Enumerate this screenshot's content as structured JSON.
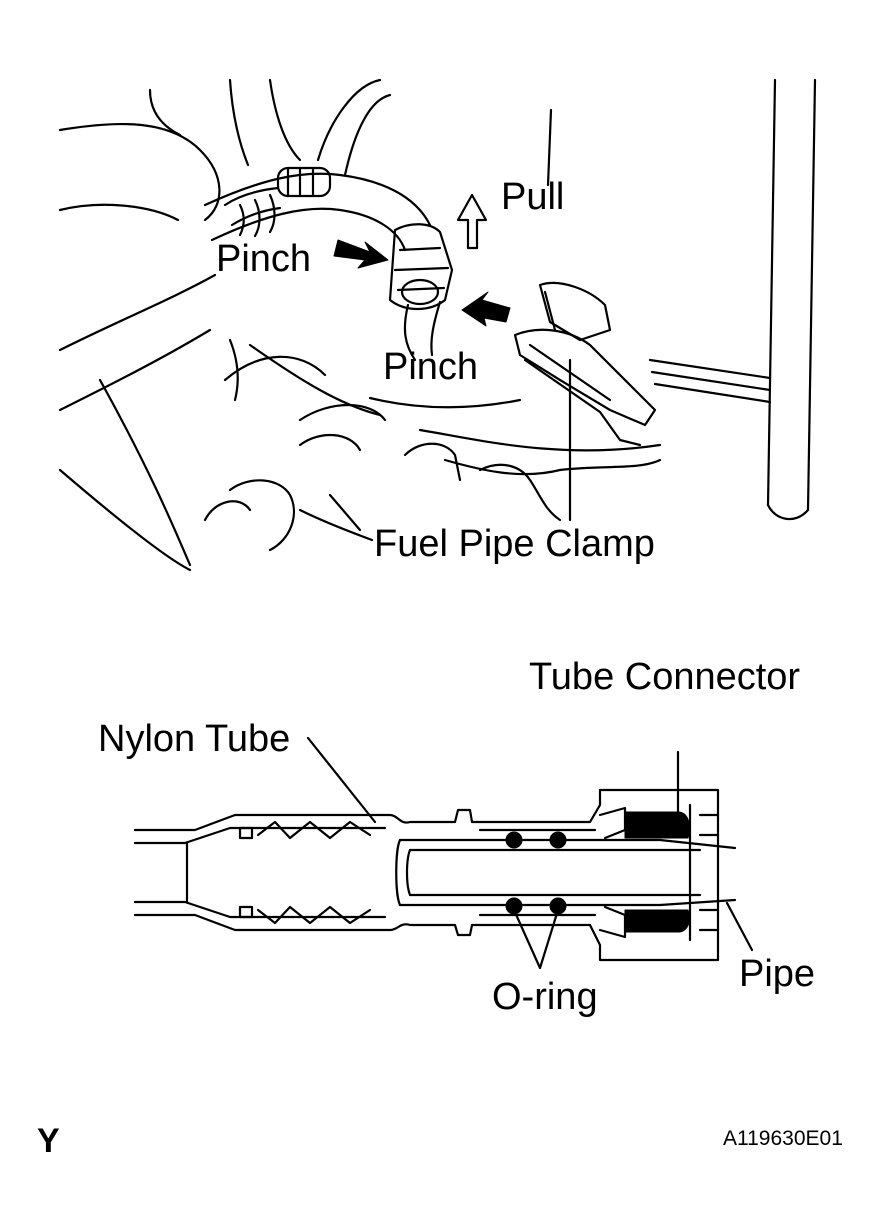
{
  "labels": {
    "pinch_upper": "Pinch",
    "pull": "Pull",
    "pinch_lower": "Pinch",
    "fuel_pipe_clamp": "Fuel Pipe Clamp",
    "tube_connector": "Tube Connector",
    "nylon_tube": "Nylon Tube",
    "o_ring": "O-ring",
    "pipe": "Pipe"
  },
  "corner_code": "Y",
  "figure_id": "A119630E01",
  "colors": {
    "ink": "#000000",
    "background": "#ffffff"
  }
}
